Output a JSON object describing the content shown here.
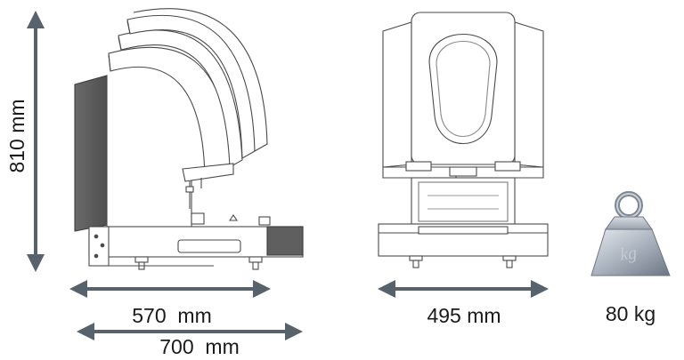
{
  "figure": {
    "height_label": "810 mm",
    "side_depth_label": "570  mm",
    "overall_depth_label": "700  mm",
    "front_width_label": "495 mm",
    "weight_label": "80 kg",
    "weight_icon_text": "kg"
  },
  "colors": {
    "arrow": "#58626c",
    "outline": "#4a4a4a",
    "panel_dark": "#5a5a5a",
    "weight_body": "#9aa3ae"
  },
  "icons": {
    "weight": "kettle-weight-icon"
  }
}
